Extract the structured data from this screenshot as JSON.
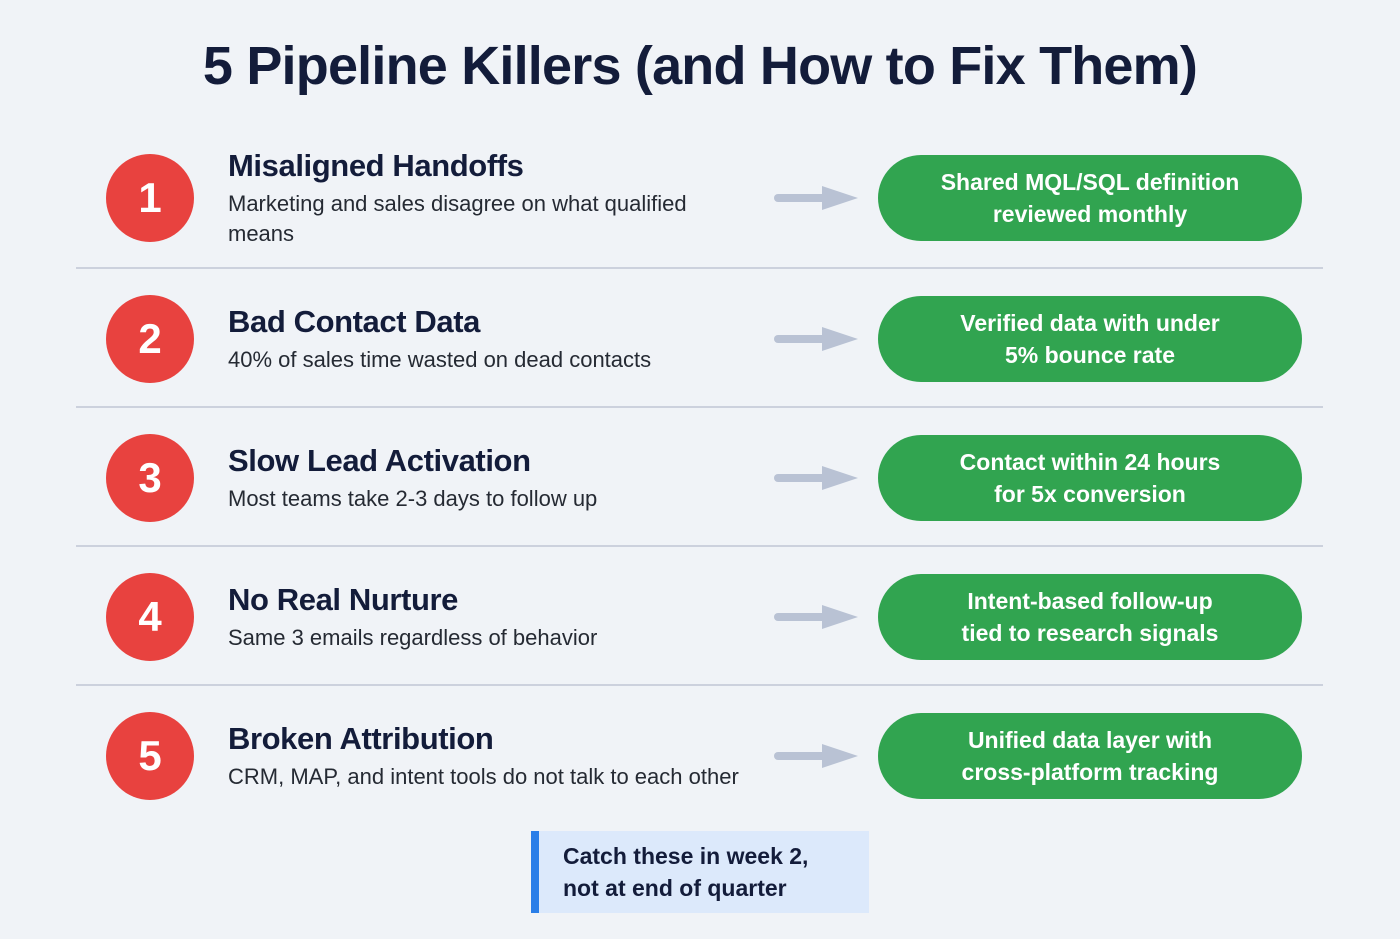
{
  "page": {
    "background_color": "#f0f3f7",
    "title": "5 Pipeline Killers (and How to Fix Them)"
  },
  "colors": {
    "title_navy": "#131c3a",
    "badge_red": "#e8423f",
    "pill_green": "#31a450",
    "arrow_gray": "#b9c2d4",
    "divider_gray": "#ccd1dd",
    "callout_bg": "#dce9fb",
    "callout_accent": "#2a7ee8"
  },
  "rows": [
    {
      "number": "1",
      "problem_title": "Misaligned Handoffs",
      "problem_desc": "Marketing and sales disagree on what qualified means",
      "arrow_icon": "arrow-right-icon",
      "fix_line1": "Shared MQL/SQL definition",
      "fix_line2": "reviewed monthly"
    },
    {
      "number": "2",
      "problem_title": "Bad Contact Data",
      "problem_desc": "40% of sales time wasted on dead contacts",
      "arrow_icon": "arrow-right-icon",
      "fix_line1": "Verified data with under",
      "fix_line2": "5% bounce rate"
    },
    {
      "number": "3",
      "problem_title": "Slow Lead Activation",
      "problem_desc": "Most teams take 2-3 days to follow up",
      "arrow_icon": "arrow-right-icon",
      "fix_line1": "Contact within 24 hours",
      "fix_line2": "for 5x conversion"
    },
    {
      "number": "4",
      "problem_title": "No Real Nurture",
      "problem_desc": "Same 3 emails regardless of behavior",
      "arrow_icon": "arrow-right-icon",
      "fix_line1": "Intent-based follow-up",
      "fix_line2": "tied to research signals"
    },
    {
      "number": "5",
      "problem_title": "Broken Attribution",
      "problem_desc": "CRM, MAP, and intent tools do not talk to each other",
      "arrow_icon": "arrow-right-icon",
      "fix_line1": "Unified data layer with",
      "fix_line2": "cross-platform tracking"
    }
  ],
  "callout": {
    "line1": "Catch these in week 2,",
    "line2": "not at end of quarter"
  }
}
